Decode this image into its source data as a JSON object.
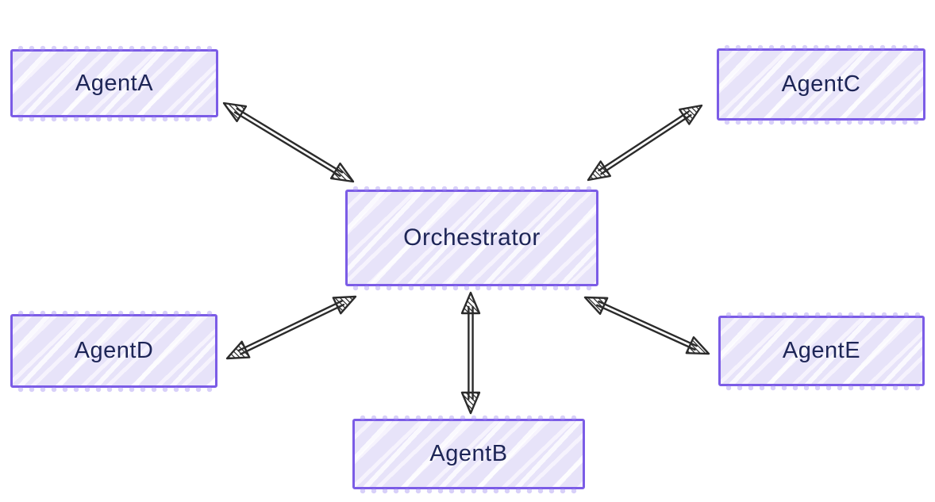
{
  "diagram": {
    "type": "flowchart-hand-drawn",
    "background": "#ffffff",
    "colors": {
      "node_border": "#7b5ce6",
      "node_fill": "#e7e3f9",
      "node_stripe": "#f6f3fd",
      "node_text": "#1d2556",
      "arrow": "#2b2b2b"
    },
    "nodes": [
      {
        "id": "AgentA",
        "label": "AgentA"
      },
      {
        "id": "AgentC",
        "label": "AgentC"
      },
      {
        "id": "Orchestrator",
        "label": "Orchestrator"
      },
      {
        "id": "AgentD",
        "label": "AgentD"
      },
      {
        "id": "AgentE",
        "label": "AgentE"
      },
      {
        "id": "AgentB",
        "label": "AgentB"
      }
    ],
    "edges": [
      {
        "from": "AgentA",
        "to": "Orchestrator",
        "style": "bidirectional"
      },
      {
        "from": "AgentC",
        "to": "Orchestrator",
        "style": "bidirectional"
      },
      {
        "from": "AgentD",
        "to": "Orchestrator",
        "style": "bidirectional"
      },
      {
        "from": "AgentE",
        "to": "Orchestrator",
        "style": "bidirectional"
      },
      {
        "from": "AgentB",
        "to": "Orchestrator",
        "style": "bidirectional"
      }
    ]
  }
}
